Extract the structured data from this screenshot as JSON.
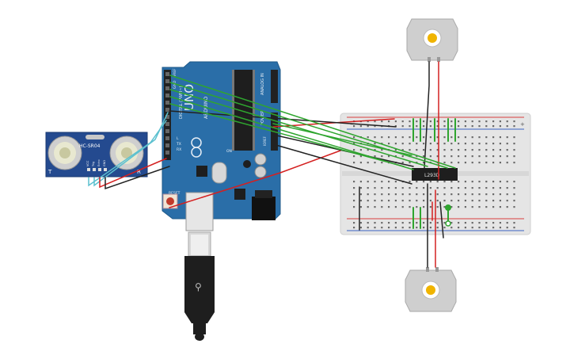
{
  "canvas": {
    "background": "#ffffff"
  },
  "sensor": {
    "model": "HC-SR04",
    "left_mark": "T",
    "right_mark": "R",
    "pins": [
      "VCC",
      "Trig",
      "Echo",
      "GND"
    ]
  },
  "arduino": {
    "logo": "UNO",
    "brand": "ARDUINO",
    "header_digital": "DIGITAL (PWM~)",
    "header_analog": "ANALOG IN",
    "header_power": "POWER",
    "aref_label": "AREF",
    "gnd_label": "GND",
    "reset_label": "RESET",
    "ioref_label": "IOREF",
    "tx_label": "TX",
    "rx_label": "RX",
    "l_label": "L",
    "on_label": "ON",
    "board_color": "#2a6ea8"
  },
  "driver_ic": {
    "label": "L293D"
  },
  "breadboard": {
    "plus": "+",
    "minus": "−"
  },
  "motors": [
    {
      "name": "motor-top"
    },
    {
      "name": "motor-bottom"
    }
  ],
  "colors": {
    "wire_green": "#2fa52f",
    "wire_red": "#d42020",
    "wire_black": "#222222",
    "wire_cyan": "#5bc0cf",
    "motor_body": "#cfcfcf",
    "motor_hub": "#f0b400",
    "rail_red": "#d94040",
    "rail_blue": "#3c63c4"
  }
}
